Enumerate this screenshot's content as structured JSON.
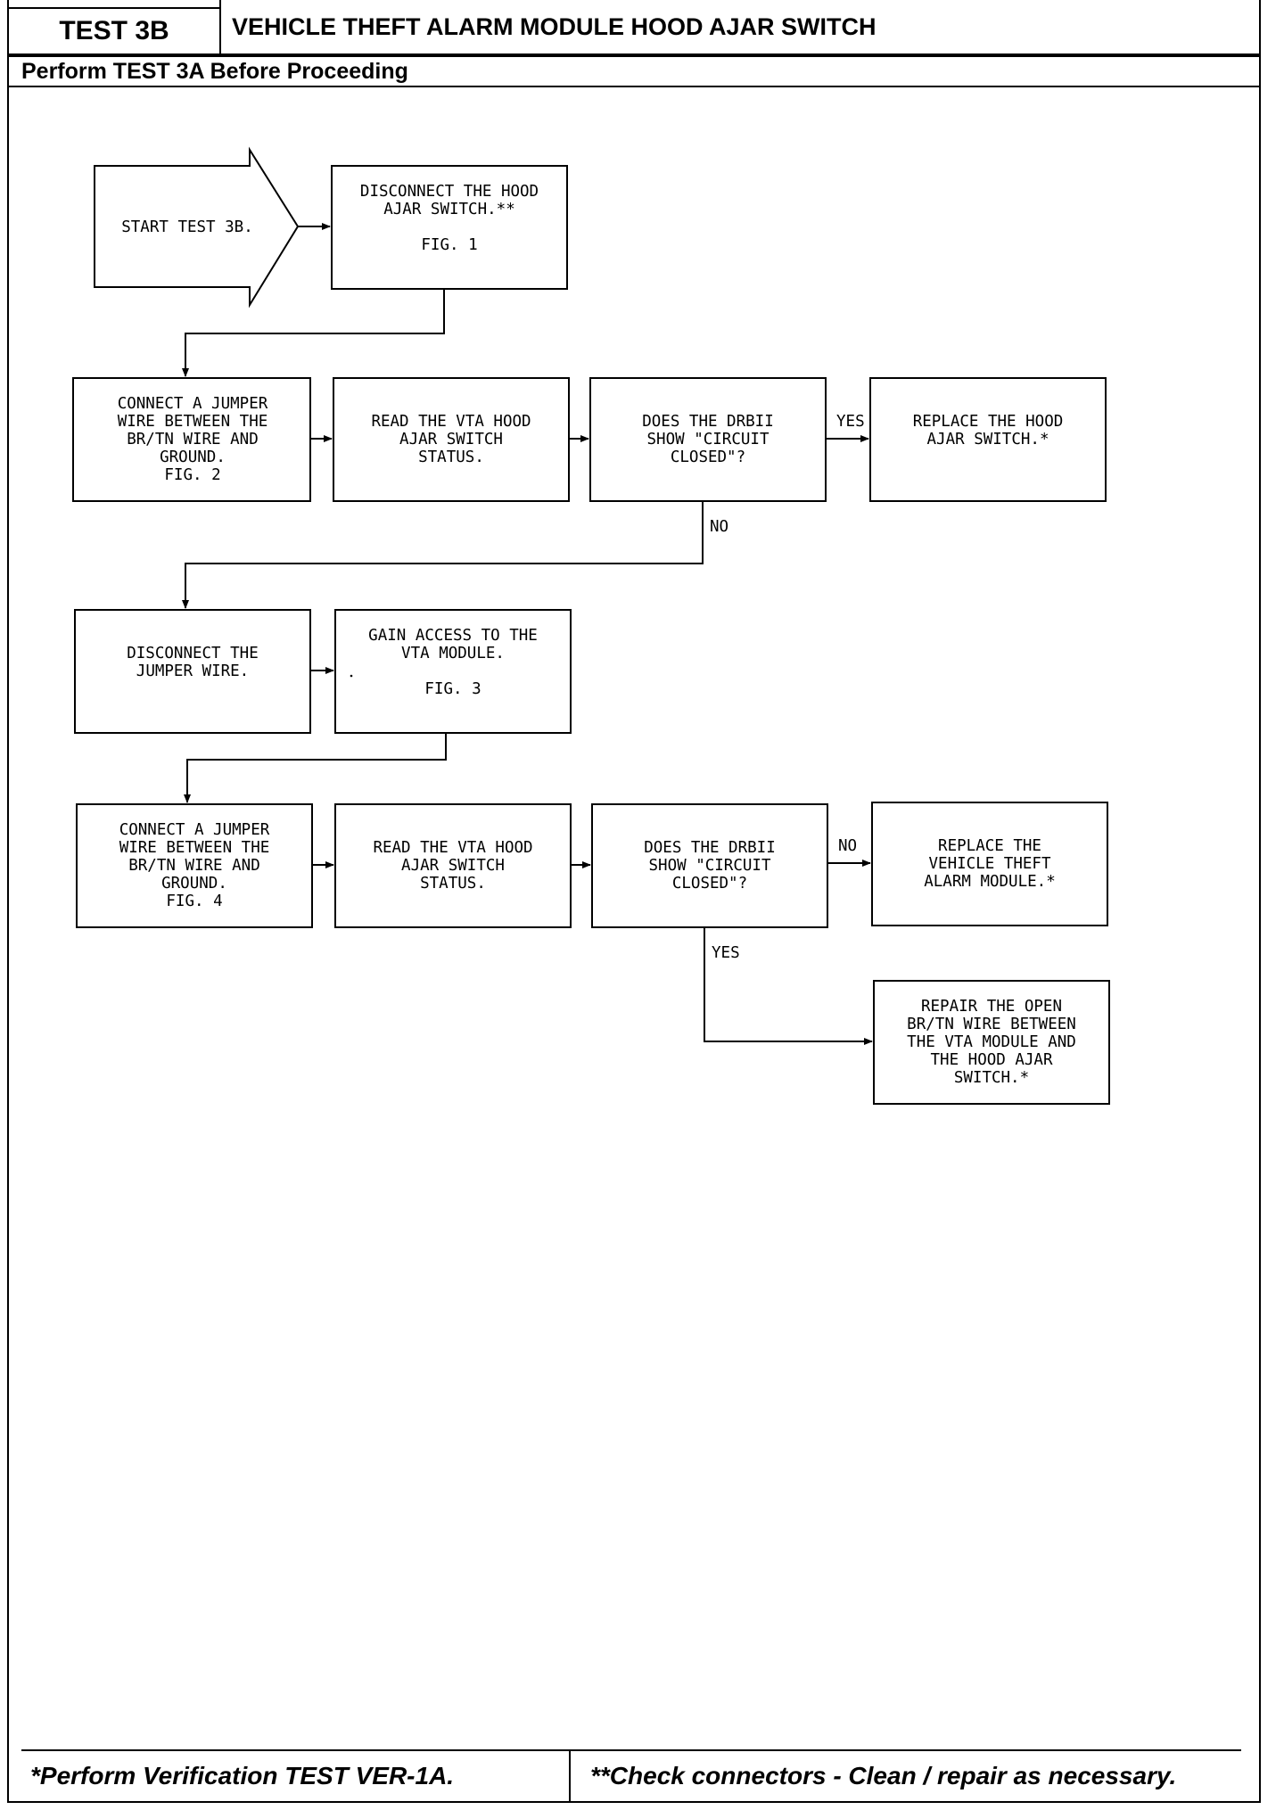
{
  "header": {
    "test_id": "TEST 3B",
    "title": "VEHICLE THEFT ALARM MODULE HOOD AJAR SWITCH",
    "subtitle": "Perform TEST 3A Before Proceeding"
  },
  "flowchart": {
    "start": [
      "START TEST 3B."
    ],
    "step1": [
      "DISCONNECT THE HOOD",
      "AJAR SWITCH.**",
      "",
      "FIG. 1"
    ],
    "step2": [
      "CONNECT A JUMPER",
      "WIRE BETWEEN THE",
      "BR/TN WIRE AND",
      "GROUND.",
      "FIG. 2"
    ],
    "step3": [
      "READ THE VTA HOOD",
      "AJAR SWITCH",
      "STATUS."
    ],
    "decision1": [
      "DOES THE DRBII",
      "SHOW \"CIRCUIT",
      "CLOSED\"?"
    ],
    "decision1_yes": "YES",
    "decision1_no": "NO",
    "result1": [
      "REPLACE THE HOOD",
      "AJAR SWITCH.*"
    ],
    "step4": [
      "DISCONNECT THE",
      "JUMPER WIRE."
    ],
    "step5": [
      "GAIN ACCESS TO THE",
      "VTA MODULE.",
      "",
      "FIG. 3"
    ],
    "step6": [
      "CONNECT A JUMPER",
      "WIRE BETWEEN THE",
      "BR/TN WIRE AND",
      "GROUND.",
      "FIG. 4"
    ],
    "step7": [
      "READ THE VTA HOOD",
      "AJAR SWITCH",
      "STATUS."
    ],
    "decision2": [
      "DOES THE DRBII",
      "SHOW \"CIRCUIT",
      "CLOSED\"?"
    ],
    "decision2_no": "NO",
    "decision2_yes": "YES",
    "result2": [
      "REPLACE THE",
      "VEHICLE THEFT",
      "ALARM MODULE.*"
    ],
    "result3": [
      "REPAIR THE OPEN",
      "BR/TN WIRE BETWEEN",
      "THE VTA MODULE AND",
      "THE HOOD AJAR",
      "SWITCH.*"
    ]
  },
  "footer": {
    "left": "*Perform Verification TEST VER-1A.",
    "right": "**Check connectors - Clean / repair as necessary."
  }
}
